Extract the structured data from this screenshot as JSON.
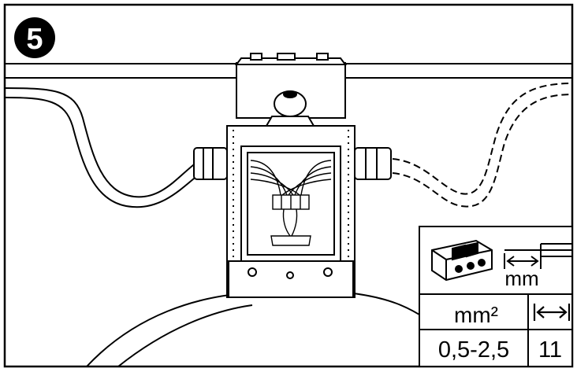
{
  "step": {
    "number": "5"
  },
  "spec_table": {
    "strip_unit": "mm",
    "col1_header": "mm²",
    "col2_header_icon": "double-arrow-icon",
    "col1_value": "0,5-2,5",
    "col2_value": "11"
  },
  "colors": {
    "ink": "#000000",
    "paper": "#ffffff"
  }
}
